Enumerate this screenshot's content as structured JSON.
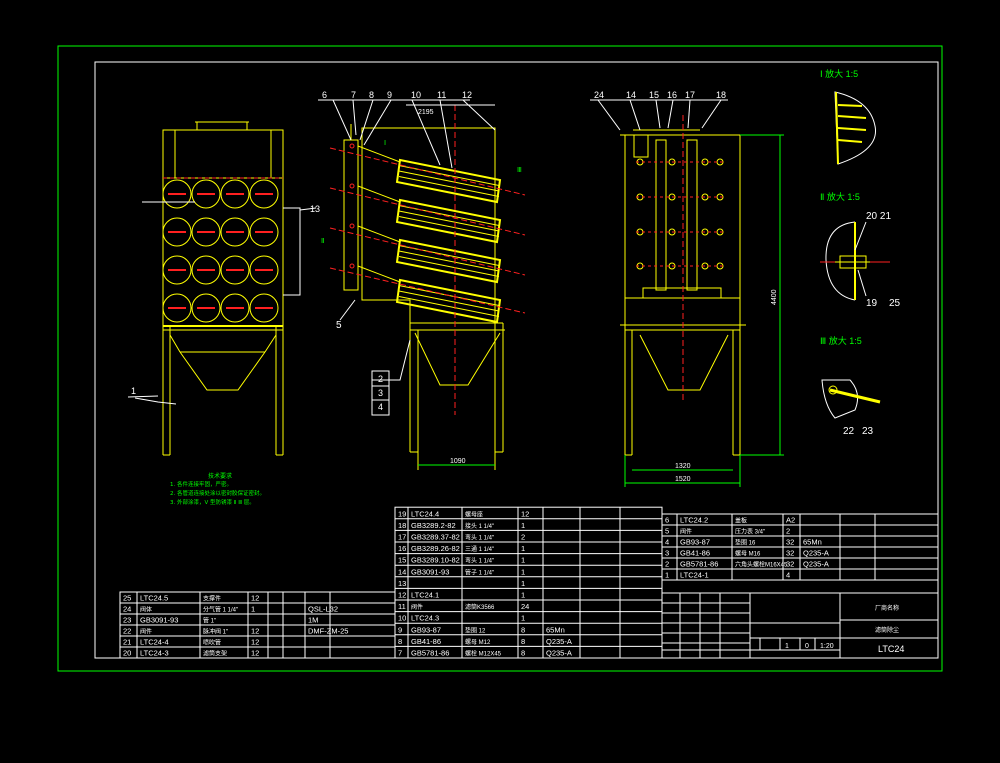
{
  "drawing": {
    "dims": {
      "top_width": "2195",
      "height": "4400",
      "side_base": "1090",
      "front_inner": "1320",
      "front_outer": "1520"
    },
    "details": [
      {
        "title": "Ⅰ 放大 1:5"
      },
      {
        "title": "Ⅱ 放大 1:5",
        "callouts": [
          "20 21",
          "19",
          "25"
        ]
      },
      {
        "title": "Ⅲ 放大 1:5",
        "callouts": [
          "22",
          "23"
        ]
      }
    ],
    "callouts": {
      "side_top": [
        "6",
        "7",
        "8",
        "9",
        "10",
        "11",
        "12"
      ],
      "front_top": [
        "24",
        "14",
        "15",
        "16",
        "17",
        "18"
      ],
      "left_13": "13",
      "left_1": "1",
      "side_5": "5",
      "side_stack": [
        "2",
        "3",
        "4"
      ],
      "section_marks": [
        "Ⅰ",
        "Ⅱ",
        "Ⅲ"
      ]
    },
    "notes": {
      "title": "技术要求",
      "lines": [
        "1. 各件连接牢固，严密。",
        "2. 各管道连接处涂以密封胶保证密封。",
        "3. 外部涂漆，V 型防锈漆 Ⅱ Ⅲ 层。"
      ]
    }
  },
  "bom": {
    "table_left": [
      [
        "25",
        "LTC24.5",
        "支撑件",
        "12",
        "",
        "",
        "",
        ""
      ],
      [
        "24",
        "阀体",
        "分气管 1 1/4\"",
        "1",
        "",
        "",
        "QSL-L32",
        ""
      ],
      [
        "23",
        "GB3091-93",
        "管 1\"",
        "",
        "",
        "",
        "1M",
        ""
      ],
      [
        "22",
        "阀件",
        "脉冲阀 1\"",
        "12",
        "",
        "",
        "DMF-ZM-25",
        ""
      ],
      [
        "21",
        "LTC24-4",
        "喷吹管",
        "12",
        "",
        "",
        "",
        ""
      ],
      [
        "20",
        "LTC24-3",
        "滤筒支架",
        "12",
        "",
        "",
        "",
        ""
      ]
    ],
    "table_mid": [
      [
        "19",
        "LTC24.4",
        "螺母座",
        "12",
        "",
        ""
      ],
      [
        "18",
        "GB3289.2-82",
        "接头 1 1/4\"",
        "1",
        "",
        ""
      ],
      [
        "17",
        "GB3289.37-82",
        "弯头 1 1/4\"",
        "2",
        "",
        ""
      ],
      [
        "16",
        "GB3289.26-82",
        "三通 1 1/4\"",
        "1",
        "",
        ""
      ],
      [
        "15",
        "GB3289.10-82",
        "弯头 1 1/4\"",
        "1",
        "",
        ""
      ],
      [
        "14",
        "GB3091-93",
        "管子 1 1/4\"",
        "1",
        "",
        ""
      ],
      [
        "13",
        "",
        "",
        "1",
        "",
        ""
      ],
      [
        "12",
        "LTC24.1",
        "",
        "1",
        "",
        ""
      ],
      [
        "11",
        "阀件",
        "滤筒K3566",
        "24",
        "",
        ""
      ],
      [
        "10",
        "LTC24.3",
        "",
        "1",
        "",
        ""
      ],
      [
        "9",
        "GB93-87",
        "垫圈 12",
        "8",
        "65Mn",
        ""
      ],
      [
        "8",
        "GB41-86",
        "螺母 M12",
        "8",
        "Q235-A",
        ""
      ],
      [
        "7",
        "GB5781-86",
        "螺栓 M12X45",
        "8",
        "Q235-A",
        ""
      ]
    ],
    "table_right": [
      [
        "6",
        "LTC24.2",
        "盖板",
        "A2",
        "",
        ""
      ],
      [
        "5",
        "阀件",
        "压力表 3/4\"",
        "2",
        "",
        ""
      ],
      [
        "4",
        "GB93-87",
        "垫圈 16",
        "32",
        "65Mn",
        ""
      ],
      [
        "3",
        "GB41-86",
        "螺母 M16",
        "32",
        "Q235-A",
        ""
      ],
      [
        "2",
        "GB5781-86",
        "六角头螺栓M16X45",
        "32",
        "Q235-A",
        ""
      ],
      [
        "1",
        "LTC24-1",
        "",
        "4",
        "",
        ""
      ]
    ],
    "title_block": {
      "company": "厂商名称",
      "drawing_name": "滤筒除尘",
      "sheet_no": "1",
      "weight": "0",
      "scale": "1:20",
      "code": "LTC24"
    }
  },
  "colors": {
    "frame": "#00ff00",
    "structure": "#ffff00",
    "red": "#ff2020",
    "white": "#ffffff",
    "magenta": "#ff40ff"
  }
}
